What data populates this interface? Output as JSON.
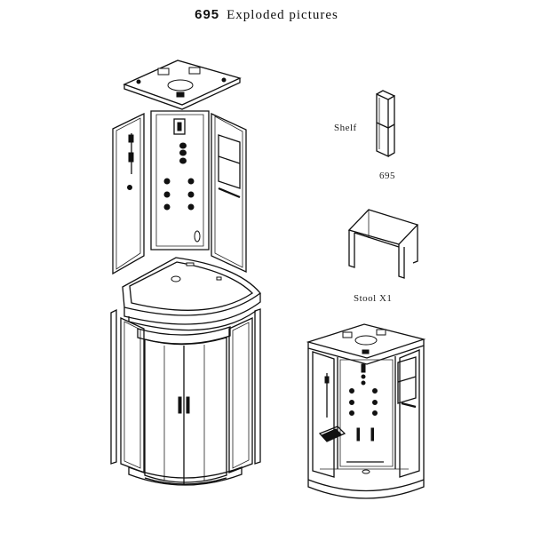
{
  "header": {
    "model": "695",
    "title": "Exploded pictures"
  },
  "labels": {
    "shelf": "Shelf",
    "shelf_model": "695",
    "stool": "Stool X1"
  }
}
